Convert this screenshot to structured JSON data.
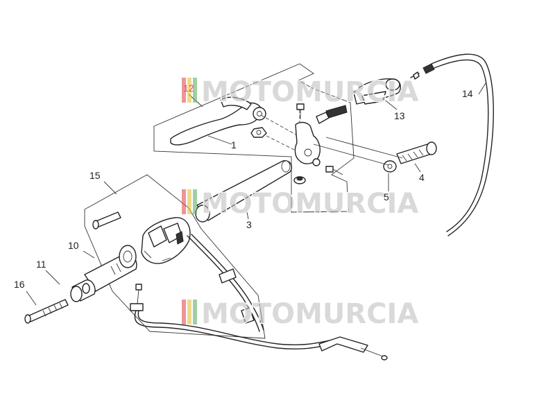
{
  "diagram": {
    "callouts": {
      "c1": "1",
      "c3": "3",
      "c4": "4",
      "c5": "5",
      "c10": "10",
      "c11": "11",
      "c12": "12",
      "c13": "13",
      "c14": "14",
      "c15": "15",
      "c16": "16"
    }
  },
  "watermark": {
    "text": "MOTOMURCIA",
    "colors": [
      "#e05050",
      "#e8c040",
      "#60b060"
    ]
  }
}
